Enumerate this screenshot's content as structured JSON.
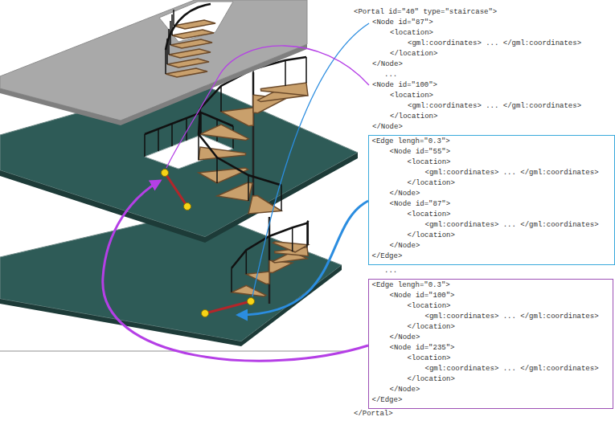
{
  "diagram": {
    "nodes": [
      {
        "text": [
          "<Edge lengh=\"0.3\">",
          "<Node id=\"55\">",
          "<location>",
          "<gml:coordinates> ... </gml:coordinates>",
          "</location>",
          "</Node>",
          "<Node id=\"87\">",
          "<location>",
          "<gml:coordinates> ... </gml:coordinates>",
          "</location>",
          "</Node>",
          "</Edge>"
        ]
      },
      {
        "text": [
          "<Edge lengh=\"0.3\">",
          "<Node id=\"100\">",
          "<location>",
          "<gml:coordinates> ... </gml:coordinates>",
          "</location>",
          "</Node>",
          "<Node id=\"235\">",
          "<location>",
          "<gml:coordinates> ... </gml:coordinates>",
          "</location>",
          "</Node>",
          "</Edge>"
        ]
      }
    ],
    "labels": [
      "<Portal id=\"40\" type=\"staircase\">",
      "<Node id=\"87\">",
      "<location>",
      "<gml:coordinates> ... </gml:coordinates>",
      "</location>",
      "</Node>",
      "...",
      "<Node id=\"100\">",
      "<location>",
      "<gml:coordinates> ... </gml:coordinates>",
      "</location>",
      "</Node>",
      "...",
      "</Portal>"
    ]
  }
}
